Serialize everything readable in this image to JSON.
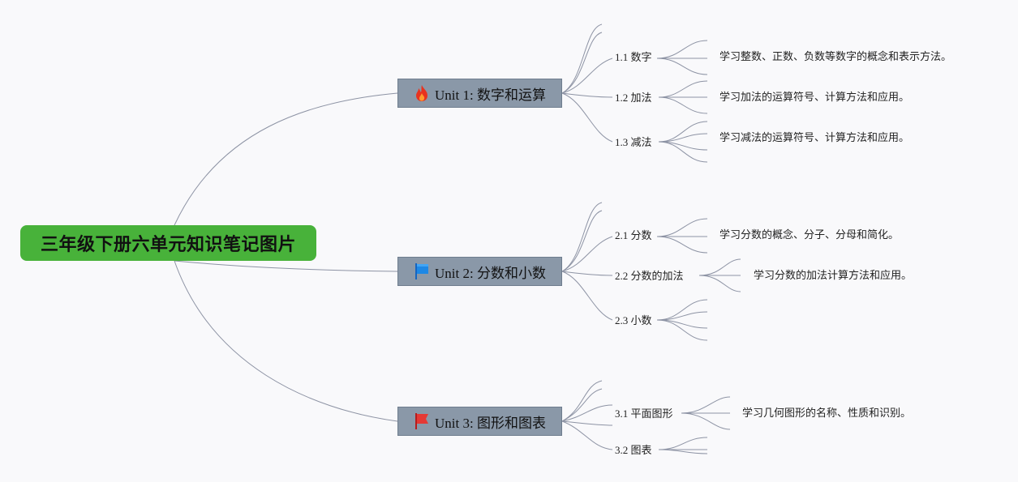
{
  "mindmap": {
    "root": {
      "title": "三年级下册六单元知识笔记图片"
    },
    "units": [
      {
        "label": "Unit 1: 数字和运算",
        "icon": "fire-icon",
        "topics": [
          {
            "label": "1.1 数字",
            "detail": "学习整数、正数、负数等数字的概念和表示方法。"
          },
          {
            "label": "1.2 加法",
            "detail": "学习加法的运算符号、计算方法和应用。"
          },
          {
            "label": "1.3 减法",
            "detail": "学习减法的运算符号、计算方法和应用。"
          }
        ]
      },
      {
        "label": "Unit 2: 分数和小数",
        "icon": "blue-flag-icon",
        "topics": [
          {
            "label": "2.1 分数",
            "detail": "学习分数的概念、分子、分母和简化。"
          },
          {
            "label": "2.2 分数的加法",
            "detail": "学习分数的加法计算方法和应用。"
          },
          {
            "label": "2.3 小数",
            "detail": ""
          }
        ]
      },
      {
        "label": "Unit 3: 图形和图表",
        "icon": "red-flag-icon",
        "topics": [
          {
            "label": "3.1 平面图形",
            "detail": "学习几何图形的名称、性质和识别。"
          },
          {
            "label": "3.2 图表",
            "detail": ""
          }
        ]
      }
    ],
    "colors": {
      "root_bg": "#48b23a",
      "unit_bg": "#8a98a8",
      "line": "#8d93a4",
      "background": "#f9f9fb"
    }
  }
}
